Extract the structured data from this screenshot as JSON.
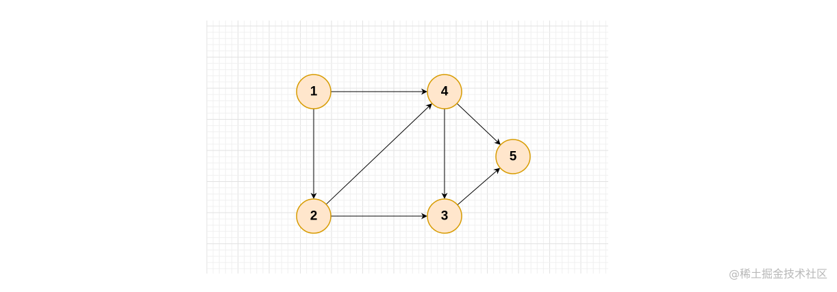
{
  "diagram": {
    "type": "directed-graph",
    "node_style": {
      "fill": "#ffe6cc",
      "stroke": "#d79b00"
    },
    "edge_color": "#000000",
    "grid_color": "#e2e2e2",
    "nodes": [
      {
        "id": "1",
        "label": "1"
      },
      {
        "id": "2",
        "label": "2"
      },
      {
        "id": "3",
        "label": "3"
      },
      {
        "id": "4",
        "label": "4"
      },
      {
        "id": "5",
        "label": "5"
      }
    ],
    "edges": [
      {
        "from": "1",
        "to": "4"
      },
      {
        "from": "1",
        "to": "2"
      },
      {
        "from": "2",
        "to": "4"
      },
      {
        "from": "2",
        "to": "3"
      },
      {
        "from": "4",
        "to": "3"
      },
      {
        "from": "4",
        "to": "5"
      },
      {
        "from": "3",
        "to": "5"
      }
    ]
  },
  "watermark": {
    "text": "@稀土掘金技术社区"
  }
}
